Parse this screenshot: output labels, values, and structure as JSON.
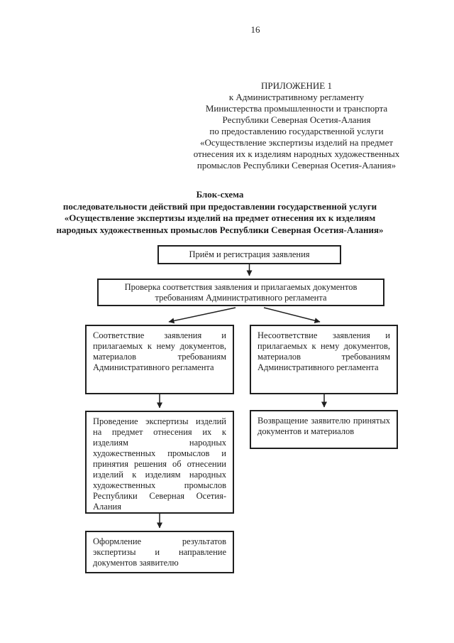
{
  "page_number": "16",
  "appendix_header": {
    "lines": [
      "ПРИЛОЖЕНИЕ 1",
      "к Административному регламенту",
      "Министерства промышленности и транспорта",
      "Республики Северная Осетия-Алания",
      "по предоставлению государственной услуги",
      "«Осуществление экспертизы изделий на предмет",
      "отнесения их к изделиям народных художественных",
      "промыслов Республики Северная Осетия-Алания»"
    ]
  },
  "scheme_title": {
    "lines": [
      "Блок-схема",
      "последовательности действий при предоставлении государственной услуги",
      "«Осуществление экспертизы изделий на предмет отнесения их к изделиям",
      "народных художественных промыслов Республики Северная Осетия-Алания»"
    ]
  },
  "flowchart": {
    "nodes": {
      "receive": "Приём и регистрация заявления",
      "check": "Проверка соответствия заявления и прилагаемых документов требованиям Административного регламента",
      "match": "Соответствие заявления и прилагаемых к нему документов, материалов требованиям Административного регламента",
      "mismatch": "Несоответствие заявления и прилагаемых к нему документов, материалов требованиям Административного регламента",
      "expertise": "Проведение экспертизы изделий на предмет отнесения их к изделиям народных художественных промыслов и принятия решения об отнесении изделий к изделиям народных художественных промыслов Республики Северная Осетия-Алания",
      "return": "Возвращение заявителю принятых документов и материалов",
      "finalize": "Оформление результатов экспертизы и направление документов заявителю"
    }
  },
  "colors": {
    "ink": "#1f1f1f",
    "background": "#ffffff",
    "box_border": "#1f1f1f"
  }
}
